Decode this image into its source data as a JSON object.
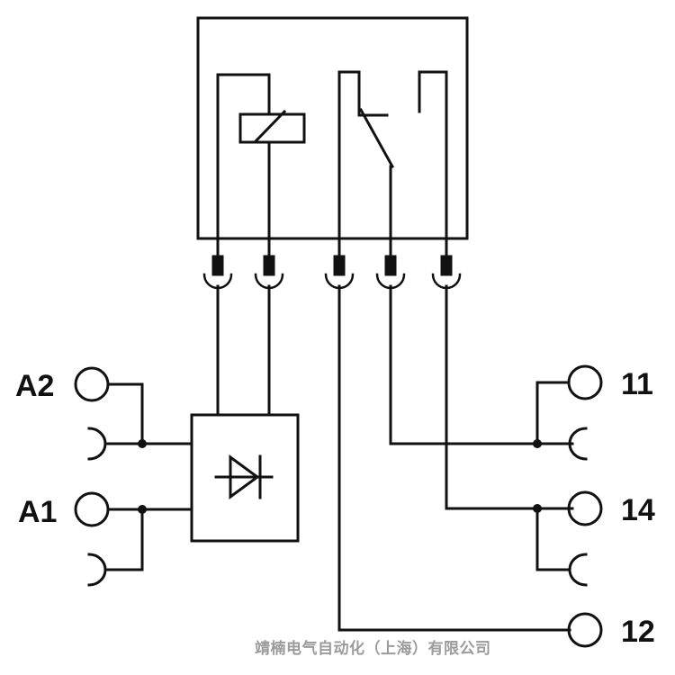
{
  "terminals": {
    "a2": "A2",
    "a1": "A1",
    "t11": "11",
    "t14": "14",
    "t12": "12"
  },
  "watermark": "靖楠电气自动化（上海）有限公司",
  "colors": {
    "line": "#111111",
    "background": "#ffffff",
    "watermark": "#8a8a8a"
  },
  "components": {
    "relay_module": "relay-housing",
    "coil": "relay-coil",
    "changeover_contact": "changeover-contact",
    "protection_module": "diode-protection-module"
  }
}
